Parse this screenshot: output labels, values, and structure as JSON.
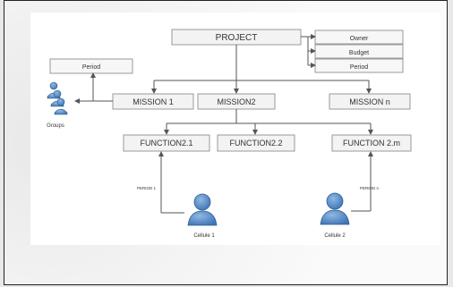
{
  "diagram": {
    "project": "PROJECT",
    "project_attributes": [
      "Owner",
      "Budget",
      "Period"
    ],
    "period_box": "Period",
    "groups_label": "Groups",
    "missions": [
      "MISSION 1",
      "MISSION2",
      "MISSION n"
    ],
    "functions": [
      "FUNCTION2.1",
      "FUNCTION2.2",
      "FUNCTION 2.m"
    ],
    "period_labels": [
      "PERIOD 1",
      "PERIOD n"
    ],
    "person_labels": [
      "Cellule 1",
      "Cellule 2"
    ]
  },
  "colors": {
    "box_fill": "#f3f3f3",
    "box_stroke": "#9a9a9a",
    "line": "#555555",
    "person_fill": "#5b8fc7",
    "person_stroke": "#2f5f93"
  }
}
